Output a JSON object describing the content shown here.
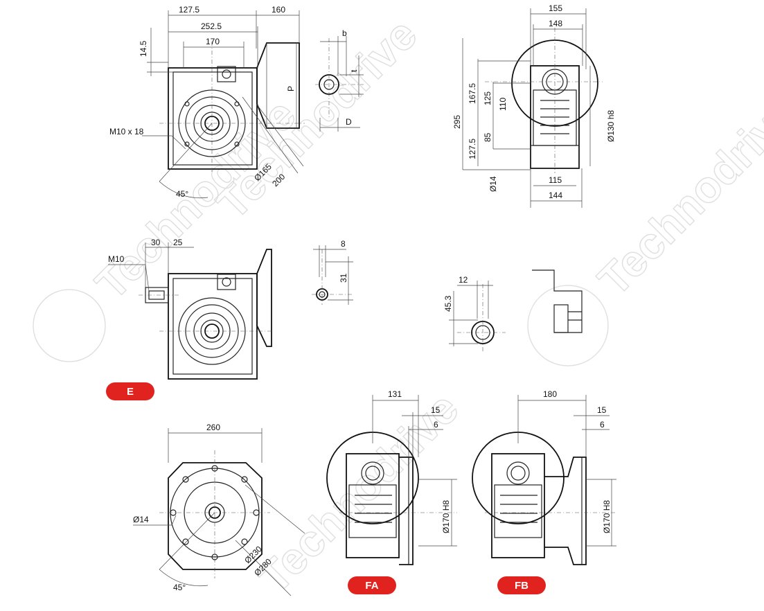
{
  "watermark": {
    "text": "Technodrive"
  },
  "badges": {
    "e": "E",
    "fa": "FA",
    "fb": "FB"
  },
  "top_front": {
    "d127_5": "127.5",
    "d160": "160",
    "d252_5": "252.5",
    "d170": "170",
    "d14_5": "14.5",
    "m10x18": "M10 x 18",
    "angle45": "45°",
    "d165": "Ø165",
    "d200": "200",
    "p": "P"
  },
  "shaft_key": {
    "b": "b",
    "t": "t",
    "d": "D"
  },
  "top_side": {
    "d155": "155",
    "d148": "148",
    "d167_5": "167.5",
    "d125": "125",
    "d110": "110",
    "d295": "295",
    "d85": "85",
    "d127_5": "127.5",
    "d130h8": "Ø130 h8",
    "d14": "Ø14",
    "d115": "115",
    "d144": "144"
  },
  "mid_front": {
    "m10": "M10",
    "d30": "30",
    "d25": "25"
  },
  "mid_key": {
    "d8": "8",
    "d31": "31"
  },
  "mid_key2": {
    "d12": "12",
    "d45_3": "45.3"
  },
  "bottom_flange": {
    "d260": "260",
    "d14": "Ø14",
    "d230": "Ø230",
    "d280": "Ø280",
    "angle45": "45°"
  },
  "fa": {
    "d131": "131",
    "d15": "15",
    "d6": "6",
    "d170h8": "Ø170 H8"
  },
  "fb": {
    "d180": "180",
    "d15": "15",
    "d6": "6",
    "d170h8": "Ø170 H8"
  }
}
